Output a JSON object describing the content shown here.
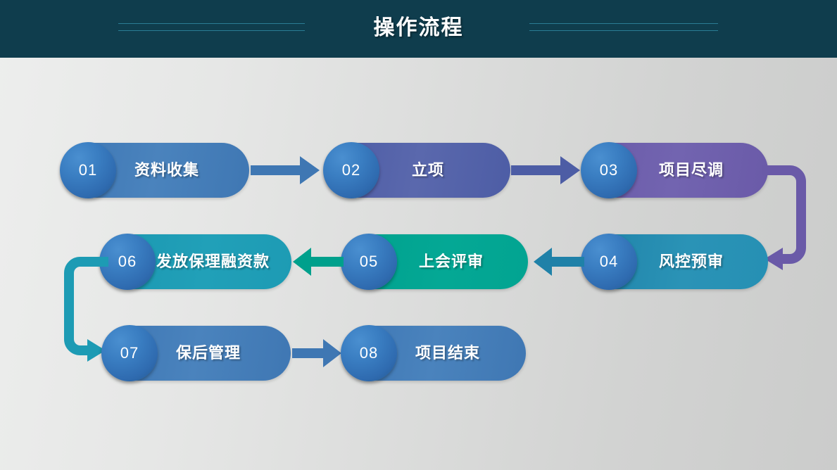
{
  "header": {
    "title": "操作流程",
    "background_color": "#0f3d4d",
    "rule_color": "#2a7d95"
  },
  "flow": {
    "steps": [
      {
        "number": "01",
        "label": "资料收集",
        "color": "#3f77b3"
      },
      {
        "number": "02",
        "label": "立项",
        "color": "#4d5da5"
      },
      {
        "number": "03",
        "label": "项目尽调",
        "color": "#6a5aa8"
      },
      {
        "number": "04",
        "label": "风控预审",
        "color": "#2690b4"
      },
      {
        "number": "05",
        "label": "上会评审",
        "color": "#02a491"
      },
      {
        "number": "06",
        "label": "发放保理融资款",
        "color": "#1d9bb4"
      },
      {
        "number": "07",
        "label": "保后管理",
        "color": "#3f77b3"
      },
      {
        "number": "08",
        "label": "项目结束",
        "color": "#3f77b3"
      }
    ],
    "connectors": [
      {
        "name": "arrow-01-to-02",
        "kind": "arrow-right",
        "color": "#3f77b3"
      },
      {
        "name": "arrow-02-to-03",
        "kind": "arrow-right",
        "color": "#4d5da5"
      },
      {
        "name": "connector-03-to-04",
        "kind": "u-turn-down-left",
        "color": "#6a5aa8"
      },
      {
        "name": "arrow-04-to-05",
        "kind": "arrow-left",
        "color": "#1f81a8"
      },
      {
        "name": "arrow-05-to-06",
        "kind": "arrow-left",
        "color": "#00a08c"
      },
      {
        "name": "connector-06-to-07",
        "kind": "u-turn-down-right",
        "color": "#1d9bb4"
      },
      {
        "name": "arrow-07-to-08",
        "kind": "arrow-right",
        "color": "#3f77b3"
      }
    ]
  }
}
